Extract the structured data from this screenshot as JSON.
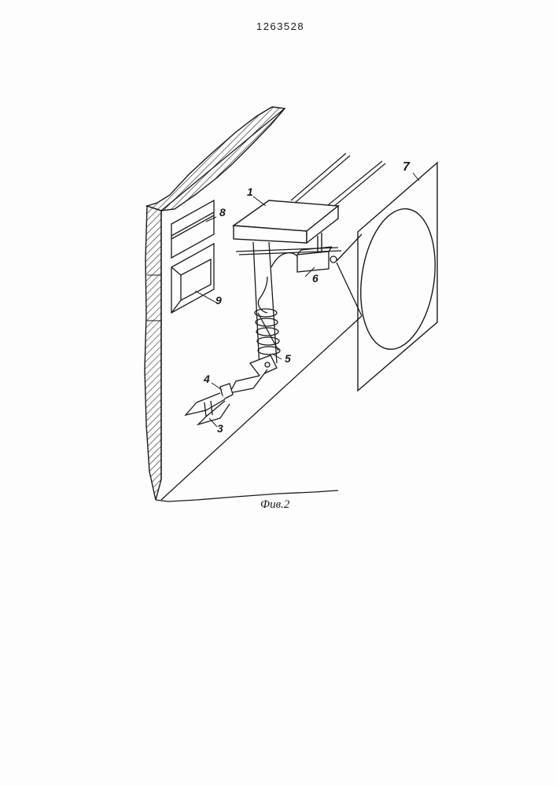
{
  "document": {
    "patent_number": "1263528",
    "figure_caption": "Фив.2"
  },
  "callouts": {
    "manipulator_carriage": "1",
    "gripper": "3",
    "wrist_joint": "4",
    "arm_cable_coil": "5",
    "camera": "6",
    "screen": "7",
    "wall_opening_upper": "8",
    "wall_opening_lower": "9"
  },
  "colors": {
    "ink": "#1a1a1a",
    "paper": "#fdfdfd"
  }
}
